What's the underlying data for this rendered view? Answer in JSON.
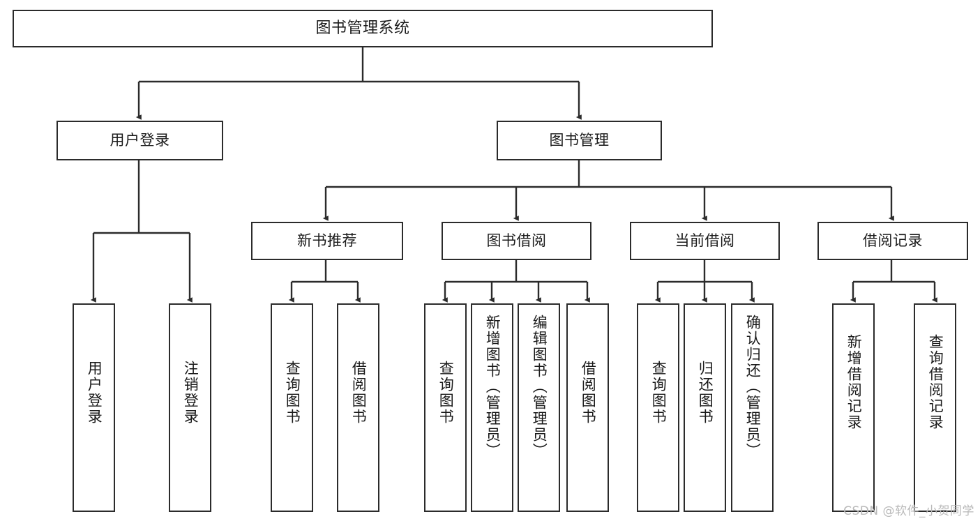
{
  "diagram": {
    "type": "tree-hierarchy",
    "title": "图书管理系统",
    "watermark": "CSDN @软件_小贺同学",
    "colors": {
      "stroke": "#2b2b2b",
      "fill": "#ffffff",
      "text": "#1a1a1a",
      "watermark": "#b9b9b9"
    },
    "nodes": {
      "root": {
        "label": "图书管理系统"
      },
      "level2": [
        {
          "label": "用户登录"
        },
        {
          "label": "图书管理"
        }
      ],
      "level3": [
        {
          "label": "新书推荐"
        },
        {
          "label": "图书借阅"
        },
        {
          "label": "当前借阅"
        },
        {
          "label": "借阅记录"
        }
      ],
      "leaves": {
        "user_login": [
          {
            "label": "用户登录"
          },
          {
            "label": "注销登录"
          }
        ],
        "new_book": [
          {
            "label": "查询图书"
          },
          {
            "label": "借阅图书"
          }
        ],
        "borrow": [
          {
            "label": "查询图书"
          },
          {
            "label": "新增图书（管理员）"
          },
          {
            "label": "编辑图书（管理员）"
          },
          {
            "label": "借阅图书"
          }
        ],
        "current": [
          {
            "label": "查询图书"
          },
          {
            "label": "归还图书"
          },
          {
            "label": "确认归还（管理员）"
          }
        ],
        "records": [
          {
            "label": "新增借阅记录"
          },
          {
            "label": "查询借阅记录"
          }
        ]
      }
    }
  }
}
